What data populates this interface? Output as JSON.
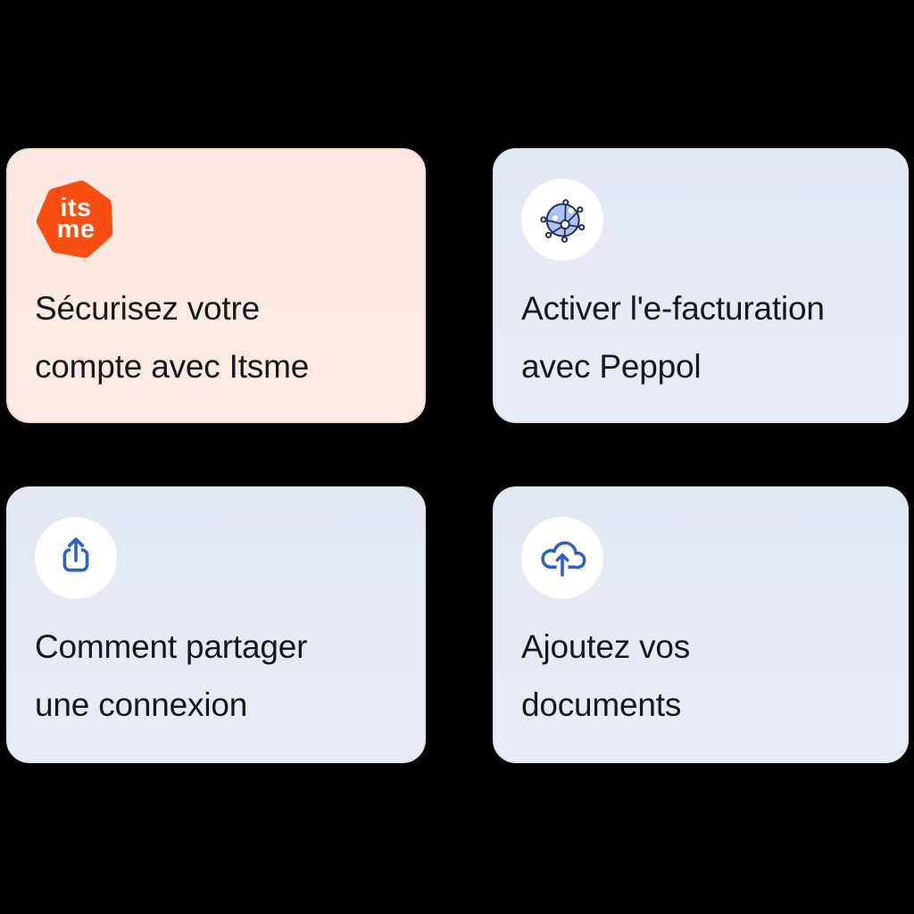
{
  "cards": [
    {
      "name": "itsme-security",
      "icon": "itsme-logo",
      "logo_lines": [
        "its",
        "me"
      ],
      "title_lines": [
        "Sécurisez votre",
        "compte avec Itsme"
      ]
    },
    {
      "name": "peppol-einvoicing",
      "icon": "network-globe-icon",
      "title_lines": [
        "Activer l'e-facturation",
        "avec Peppol"
      ]
    },
    {
      "name": "share-connection",
      "icon": "share-icon",
      "title_lines": [
        "Comment partager",
        "une connexion"
      ]
    },
    {
      "name": "add-documents",
      "icon": "cloud-upload-icon",
      "title_lines": [
        "Ajoutez vos",
        "documents"
      ]
    }
  ],
  "colors": {
    "page_bg": "#000000",
    "itsme_orange": "#FB4E13",
    "icon_blue": "#2A61C6",
    "globe_fill": "#ACC2F0",
    "globe_outline": "#203055",
    "globe_node_fill": "#FCFCF5",
    "peach_card_bg": "#FCE9E2",
    "peach_card_border": "#F6DACF",
    "lavender_card_bg": "#E5EAF6",
    "lavender_card_border": "#DDE4F3",
    "icon_circle_bg": "#FFFFFF",
    "text": "#17181B"
  }
}
